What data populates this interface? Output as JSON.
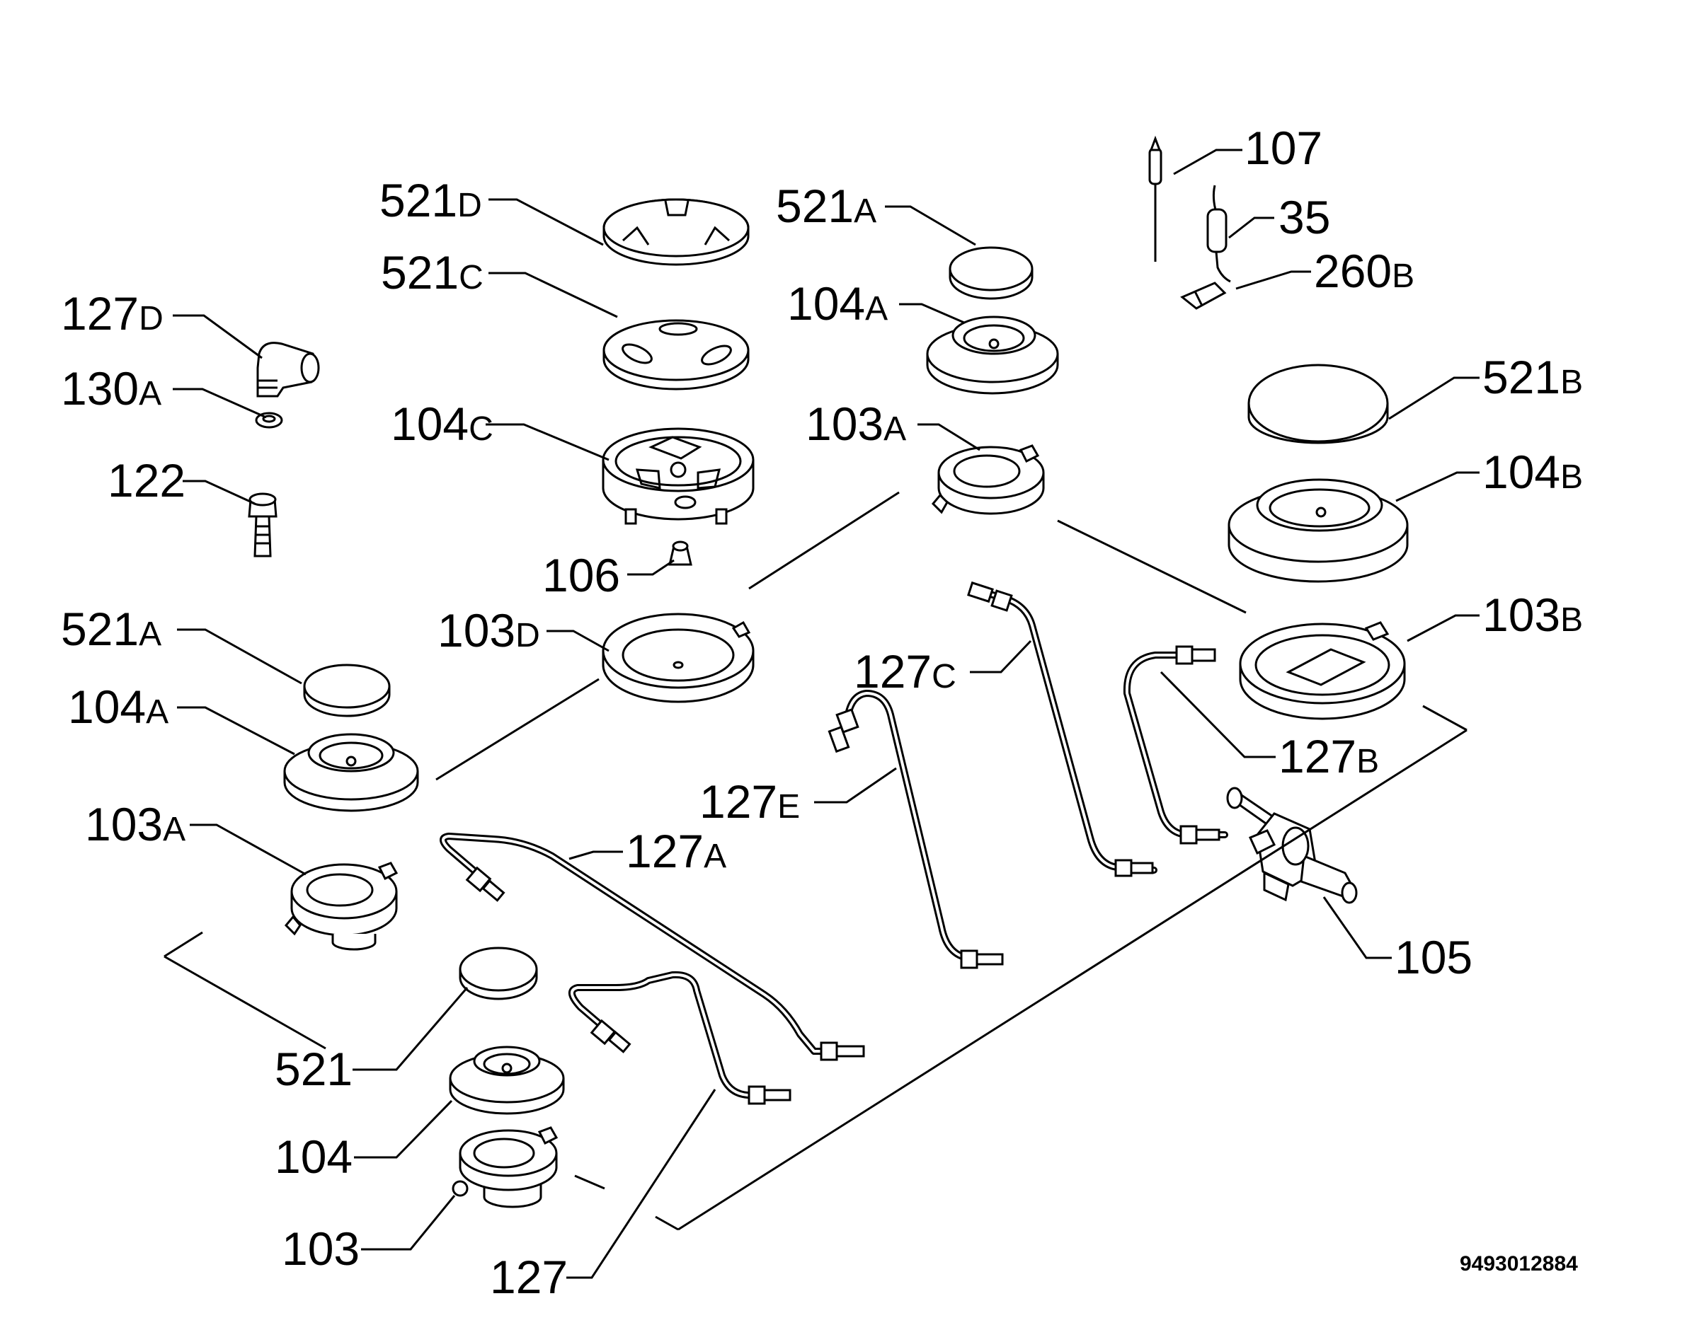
{
  "labels": {
    "l_107": {
      "num": "107",
      "suffix": ""
    },
    "l_35": {
      "num": "35",
      "suffix": ""
    },
    "l_260b": {
      "num": "260",
      "suffix": "B"
    },
    "l_521d": {
      "num": "521",
      "suffix": "D"
    },
    "l_521c": {
      "num": "521",
      "suffix": "C"
    },
    "l_104c": {
      "num": "104",
      "suffix": "C"
    },
    "l_106": {
      "num": "106",
      "suffix": ""
    },
    "l_103d": {
      "num": "103",
      "suffix": "D"
    },
    "l_127d": {
      "num": "127",
      "suffix": "D"
    },
    "l_130a": {
      "num": "130",
      "suffix": "A"
    },
    "l_122": {
      "num": "122",
      "suffix": ""
    },
    "l_521a_r": {
      "num": "521",
      "suffix": "A"
    },
    "l_104a_r": {
      "num": "104",
      "suffix": "A"
    },
    "l_103a_r": {
      "num": "103",
      "suffix": "A"
    },
    "l_521b": {
      "num": "521",
      "suffix": "B"
    },
    "l_104b": {
      "num": "104",
      "suffix": "B"
    },
    "l_103b": {
      "num": "103",
      "suffix": "B"
    },
    "l_127c": {
      "num": "127",
      "suffix": "C"
    },
    "l_127b": {
      "num": "127",
      "suffix": "B"
    },
    "l_127e": {
      "num": "127",
      "suffix": "E"
    },
    "l_105": {
      "num": "105",
      "suffix": ""
    },
    "l_521a_l": {
      "num": "521",
      "suffix": "A"
    },
    "l_104a_l": {
      "num": "104",
      "suffix": "A"
    },
    "l_103a_l": {
      "num": "103",
      "suffix": "A"
    },
    "l_127a": {
      "num": "127",
      "suffix": "A"
    },
    "l_521": {
      "num": "521",
      "suffix": ""
    },
    "l_104": {
      "num": "104",
      "suffix": ""
    },
    "l_103": {
      "num": "103",
      "suffix": ""
    },
    "l_127": {
      "num": "127",
      "suffix": ""
    }
  },
  "drawing_code": "9493012884"
}
